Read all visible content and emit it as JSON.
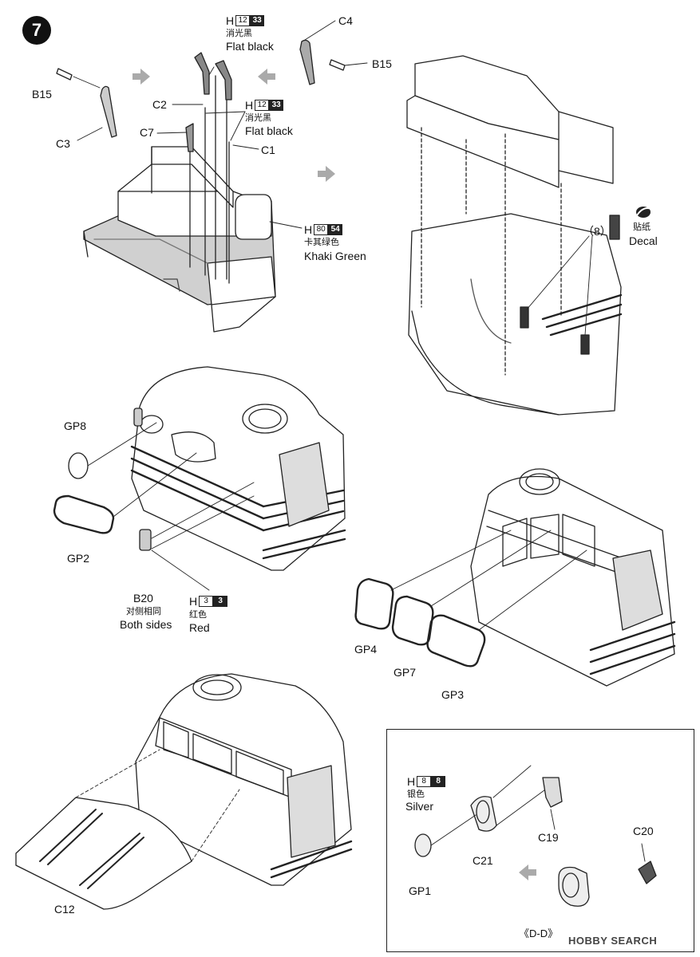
{
  "step": {
    "number": "7"
  },
  "section_view": "《D-D》",
  "watermark": "HOBBY SEARCH",
  "parts": {
    "b15_left": "B15",
    "c3": "C3",
    "c2": "C2",
    "c7": "C7",
    "c1": "C1",
    "c4": "C4",
    "b15_right": "B15",
    "gp8": "GP8",
    "gp2": "GP2",
    "b20": "B20",
    "gp4": "GP4",
    "gp7": "GP7",
    "gp3": "GP3",
    "c12": "C12",
    "c19": "C19",
    "c20": "C20",
    "c21": "C21",
    "gp1": "GP1"
  },
  "paints": {
    "flat_black_1": {
      "prefix": "H",
      "n1": "12",
      "n2": "33",
      "cn": "消光黑",
      "en": "Flat black"
    },
    "flat_black_2": {
      "prefix": "H",
      "n1": "12",
      "n2": "33",
      "cn": "消光黑",
      "en": "Flat black"
    },
    "khaki": {
      "prefix": "H",
      "n1": "80",
      "n2": "54",
      "cn": "卡其绿色",
      "en": "Khaki Green"
    },
    "red": {
      "prefix": "H",
      "n1": "3",
      "n2": "3",
      "cn": "红色",
      "en": "Red"
    },
    "silver": {
      "prefix": "H",
      "n1": "8",
      "n2": "8",
      "cn": "银色",
      "en": "Silver"
    }
  },
  "notes": {
    "both_sides_cn": "对侧相同",
    "both_sides_en": "Both sides",
    "decal_count": "（8）",
    "decal_cn": "贴纸",
    "decal_en": "Decal"
  }
}
